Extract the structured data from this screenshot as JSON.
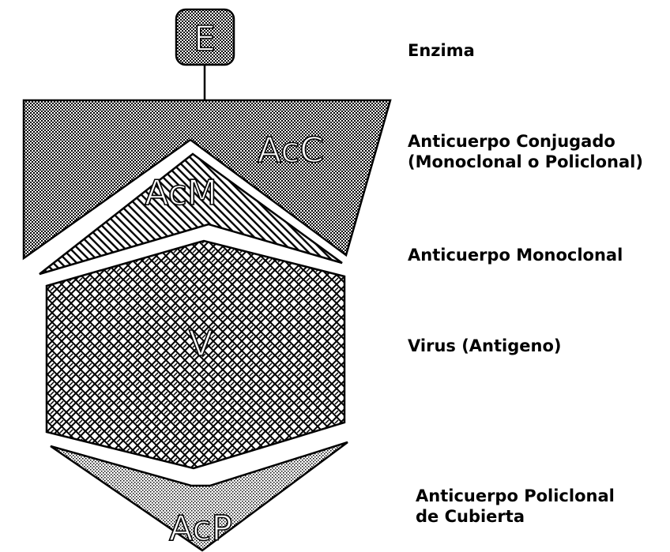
{
  "diagram": {
    "layers": [
      {
        "id": "enzyme",
        "label": "E",
        "legend": [
          "Enzima"
        ]
      },
      {
        "id": "conjugated-antibody",
        "label": "AcC",
        "legend": [
          "Anticuerpo Conjugado",
          "(Monoclonal o Policlonal)"
        ]
      },
      {
        "id": "monoclonal-antibody",
        "label": "AcM",
        "legend": [
          "Anticuerpo Monoclonal"
        ]
      },
      {
        "id": "virus-antigen",
        "label": "V",
        "legend": [
          "Virus (Antigeno)"
        ]
      },
      {
        "id": "coating-polyclonal-antibody",
        "label": "AcP",
        "legend": [
          "Anticuerpo Policlonal",
          "de Cubierta"
        ]
      }
    ]
  }
}
